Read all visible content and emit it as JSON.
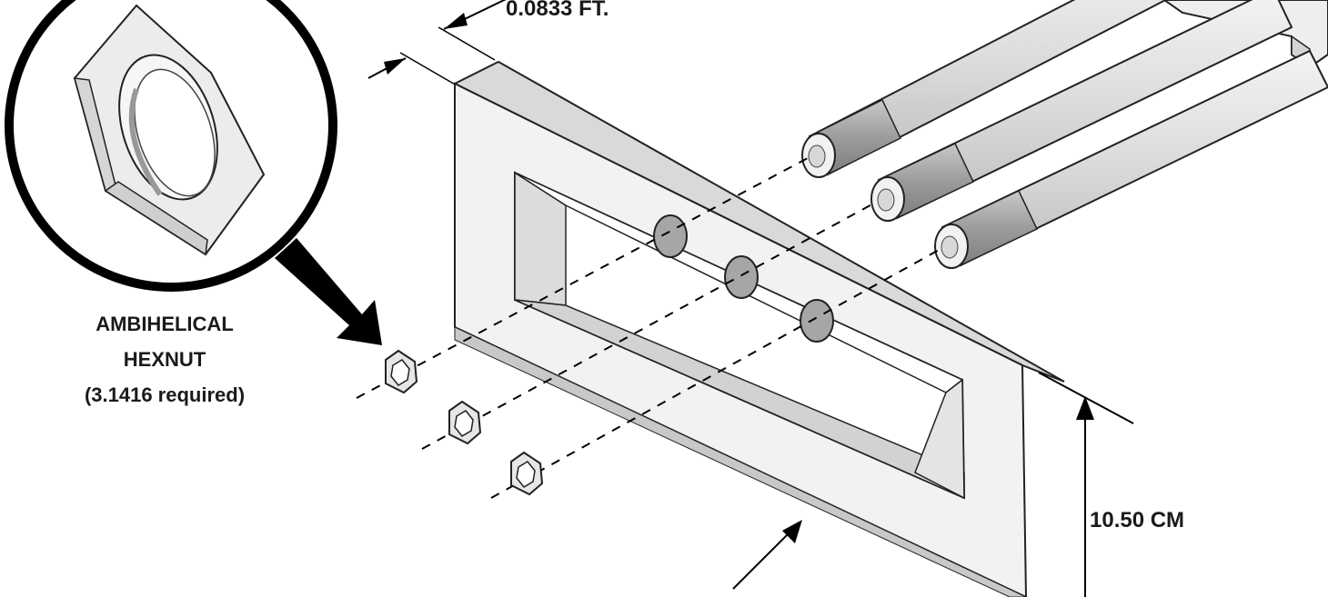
{
  "dimensions": {
    "thickness": "0.0833 FT.",
    "height": "10.50 CM"
  },
  "callout": {
    "line1": "AMBIHELICAL",
    "line2": "HEXNUT",
    "line3": "(3.1416 required)"
  },
  "parts": {
    "frame_holes": 3,
    "rods": 3,
    "hexnuts": 3
  }
}
